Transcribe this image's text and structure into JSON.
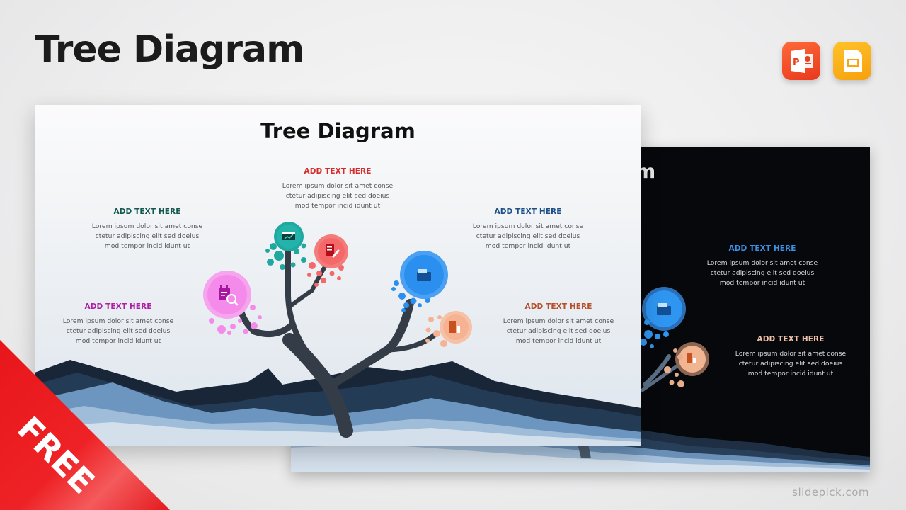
{
  "page": {
    "title": "Tree Diagram",
    "watermark": "slidepick.com",
    "badge": "FREE",
    "app_icons": [
      {
        "name": "powerpoint-icon",
        "label": "P",
        "color": "#ee4a26"
      },
      {
        "name": "google-slides-icon",
        "color": "#f9ad16"
      }
    ]
  },
  "slide_light": {
    "title": "Tree Diagram",
    "blocks": [
      {
        "id": "top",
        "heading": "ADD TEXT HERE",
        "color": "#d52b2b",
        "lines": [
          "Lorem ipsum dolor sit amet conse",
          "ctetur adipiscing elit sed doeius",
          "mod tempor incid idunt ut"
        ]
      },
      {
        "id": "upper-left",
        "heading": "ADD TEXT HERE",
        "color": "#14574f",
        "lines": [
          "Lorem ipsum dolor sit amet conse",
          "ctetur adipiscing elit sed doeius",
          "mod tempor incid idunt ut"
        ]
      },
      {
        "id": "upper-right",
        "heading": "ADD TEXT HERE",
        "color": "#1c4f86",
        "lines": [
          "Lorem ipsum dolor sit amet conse",
          "ctetur adipiscing elit sed doeius",
          "mod tempor incid idunt ut"
        ]
      },
      {
        "id": "lower-left",
        "heading": "ADD TEXT HERE",
        "color": "#ae1fa6",
        "lines": [
          "Lorem ipsum dolor sit amet conse",
          "ctetur adipiscing elit sed doeius",
          "mod tempor incid idunt ut"
        ]
      },
      {
        "id": "lower-right",
        "heading": "ADD TEXT HERE",
        "color": "#b5502a",
        "lines": [
          "Lorem ipsum dolor sit amet conse",
          "ctetur adipiscing elit sed doeius",
          "mod tempor incid idunt ut"
        ]
      }
    ],
    "nodes": [
      {
        "name": "presentation-chart-icon",
        "color": "#1fa8a0"
      },
      {
        "name": "document-edit-icon",
        "color": "#f4686a"
      },
      {
        "name": "calendar-search-icon",
        "color": "#f48bea"
      },
      {
        "name": "folder-icon",
        "color": "#2b8ff0"
      },
      {
        "name": "building-icon",
        "color": "#f5b394"
      }
    ]
  },
  "slide_dark": {
    "title_fragment": "m",
    "blocks": [
      {
        "id": "upper-right",
        "heading": "ADD TEXT HERE",
        "color": "#3e8fe6",
        "lines": [
          "Lorem ipsum dolor sit amet conse",
          "ctetur adipiscing elit sed doeius",
          "mod tempor incid idunt ut"
        ]
      },
      {
        "id": "lower-right",
        "heading": "ADD TEXT HERE",
        "color": "#f2c2a6",
        "lines": [
          "Lorem ipsum dolor sit amet conse",
          "ctetur adipiscing elit sed doeius",
          "mod tempor incid idunt ut"
        ]
      }
    ]
  }
}
